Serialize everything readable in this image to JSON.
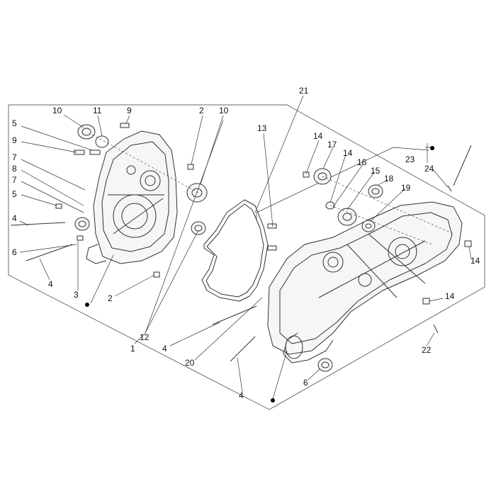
{
  "diagram": {
    "labels": {
      "l1": "1",
      "l2a": "2",
      "l2b": "2",
      "l3": "3",
      "l4a": "4",
      "l4b": "4",
      "l4c": "4",
      "l4d": "4",
      "l5a": "5",
      "l5b": "5",
      "l6a": "6",
      "l6b": "6",
      "l7a": "7",
      "l7b": "7",
      "l8": "8",
      "l9a": "9",
      "l9b": "9",
      "l10a": "10",
      "l10b": "10",
      "l11": "11",
      "l12": "12",
      "l13": "13",
      "l14a": "14",
      "l14b": "14",
      "l14c": "14",
      "l14d": "14",
      "l15": "15",
      "l16": "16",
      "l17": "17",
      "l18": "18",
      "l19": "19",
      "l20": "20",
      "l21": "21",
      "l22": "22",
      "l23": "23",
      "l24": "24"
    }
  }
}
